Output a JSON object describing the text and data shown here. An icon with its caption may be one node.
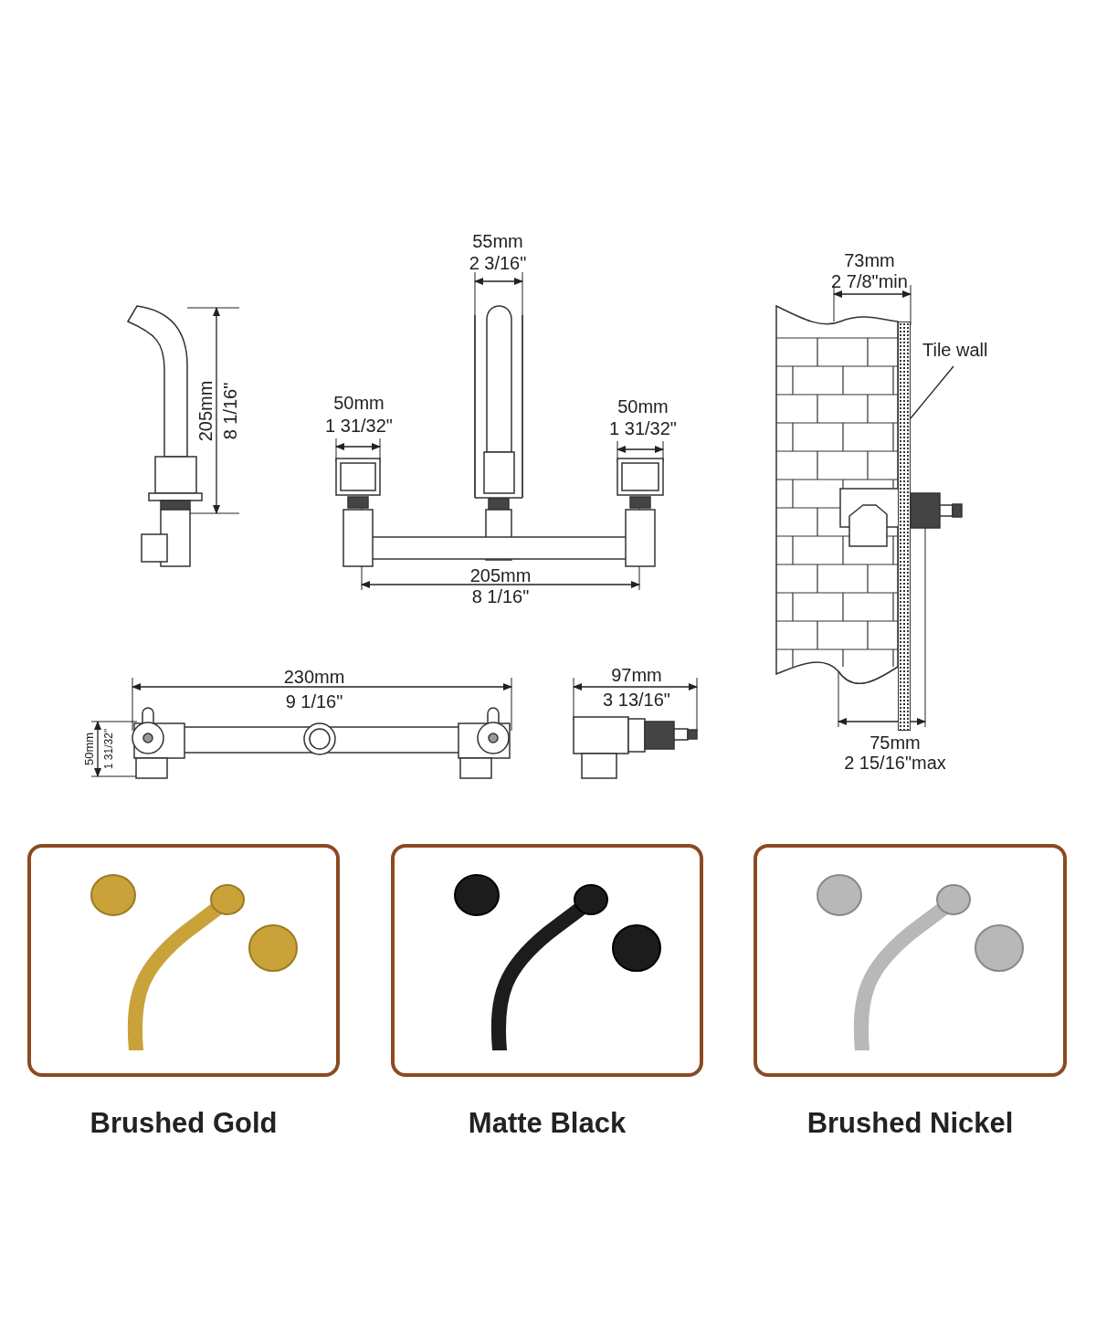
{
  "diagram": {
    "nodes": [
      {
        "text": [
          "Brushed Gold"
        ]
      },
      {
        "text": [
          "Matte Black"
        ]
      },
      {
        "text": [
          "Brushed Nickel"
        ]
      },
      {
        "text": [
          "Tile wall"
        ]
      },
      {
        "text": [],
        "shape": "bar"
      }
    ],
    "edges": [
      {
        "from": 3,
        "to": 4,
        "arrow": "none"
      }
    ],
    "labels": [
      "55mm",
      "2 3/16\"",
      "73mm",
      "2 7/8\"min",
      "205mm",
      "8 1/16\"",
      "50mm",
      "1 31/32\"",
      "50mm",
      "1 31/32\"",
      "205mm",
      "8 1/16\"",
      "230mm",
      "9 1/16\"",
      "97mm",
      "3 13/16\"",
      "50mm",
      "1 31/32\"",
      "75mm",
      "2 15/16\"max"
    ]
  }
}
